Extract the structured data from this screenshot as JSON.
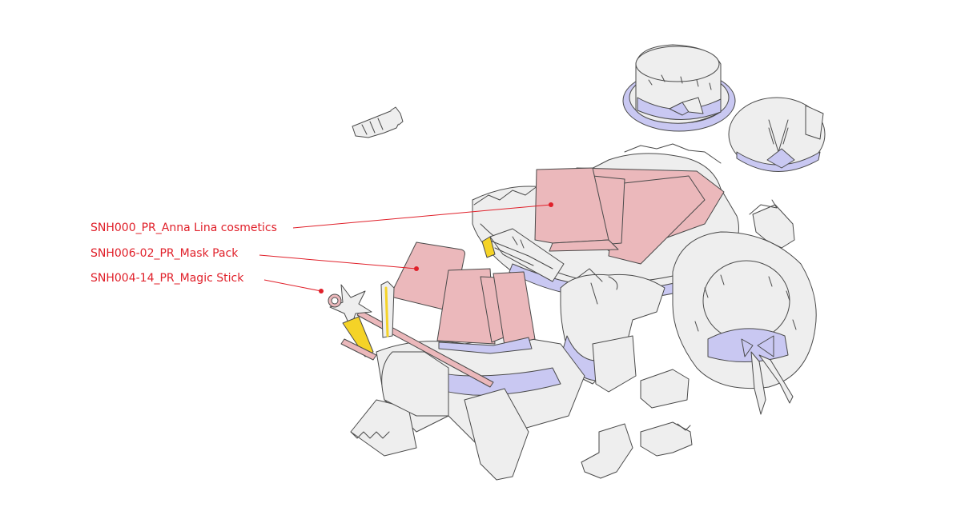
{
  "callouts": [
    {
      "id": "anna-lina",
      "label": "SNH000_PR_Anna Lina cosmetics"
    },
    {
      "id": "mask-pack",
      "label": "SNH006-02_PR_Mask Pack"
    },
    {
      "id": "magic-stick",
      "label": "SNH004-14_PR_Magic Stick"
    }
  ],
  "colors": {
    "callout": "#e0202a",
    "outline": "#4a4a4a",
    "cloth": "#eeeeee",
    "shadow": "#c9c8f2",
    "pink": "#ebb8bb",
    "yellow": "#f5d327"
  }
}
